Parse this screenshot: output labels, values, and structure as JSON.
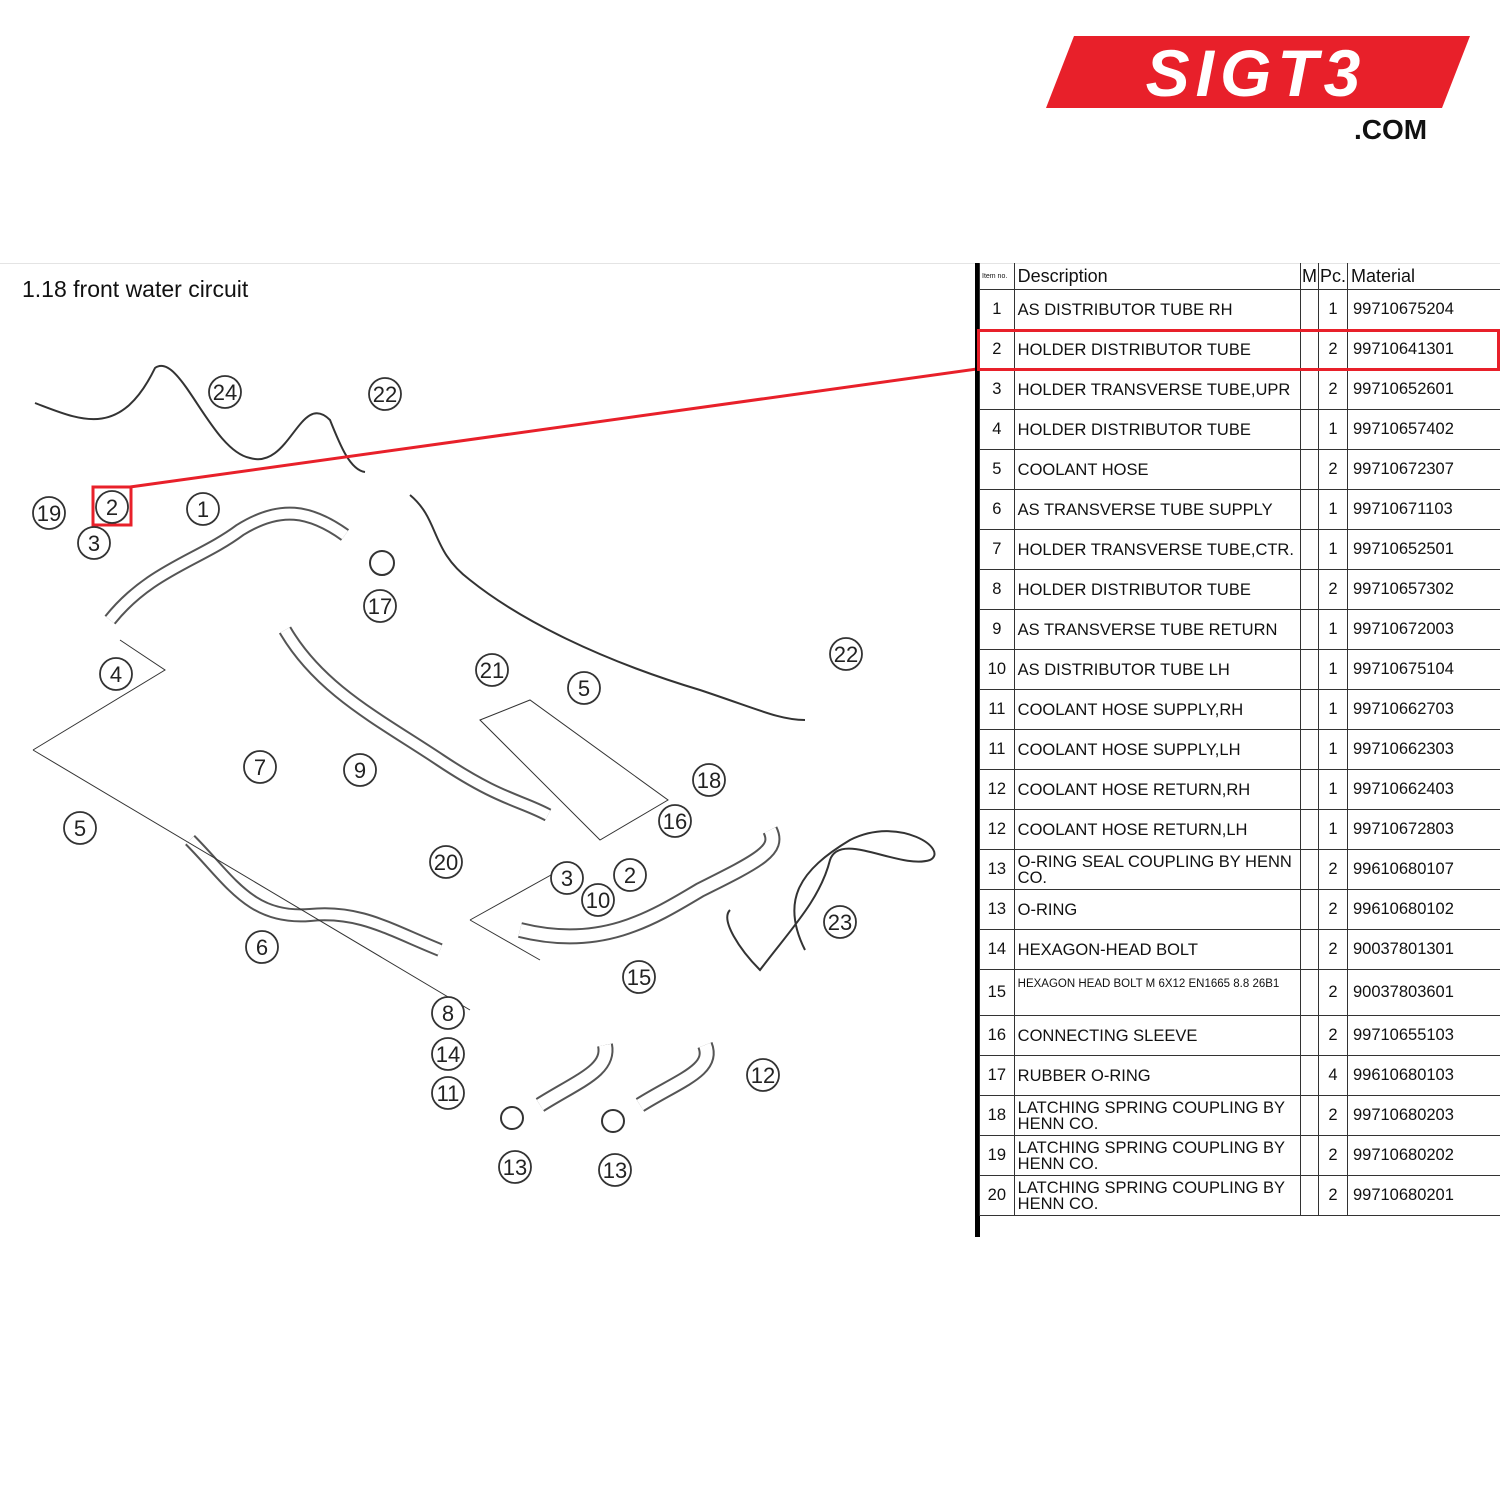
{
  "logo": {
    "text": "SIGT3",
    "suffix": ".COM",
    "color": "#e8202a"
  },
  "title": "1.18  front water circuit",
  "highlight_color": "#e8202a",
  "highlighted_item": "2",
  "table": {
    "headers": {
      "item": "Item no.",
      "description": "Description",
      "m": "M",
      "pc": "Pc.",
      "material": "Material"
    },
    "rows": [
      {
        "item": "1",
        "description": "AS DISTRIBUTOR TUBE RH",
        "pc": "1",
        "material": "99710675204"
      },
      {
        "item": "2",
        "description": "HOLDER DISTRIBUTOR TUBE",
        "pc": "2",
        "material": "99710641301"
      },
      {
        "item": "3",
        "description": "HOLDER TRANSVERSE TUBE,UPR",
        "pc": "2",
        "material": "99710652601"
      },
      {
        "item": "4",
        "description": "HOLDER DISTRIBUTOR TUBE",
        "pc": "1",
        "material": "99710657402"
      },
      {
        "item": "5",
        "description": "COOLANT HOSE",
        "pc": "2",
        "material": "99710672307"
      },
      {
        "item": "6",
        "description": "AS TRANSVERSE TUBE SUPPLY",
        "pc": "1",
        "material": "99710671103"
      },
      {
        "item": "7",
        "description": "HOLDER TRANSVERSE TUBE,CTR.",
        "pc": "1",
        "material": "99710652501"
      },
      {
        "item": "8",
        "description": "HOLDER DISTRIBUTOR TUBE",
        "pc": "2",
        "material": "99710657302"
      },
      {
        "item": "9",
        "description": "AS TRANSVERSE TUBE RETURN",
        "pc": "1",
        "material": "99710672003"
      },
      {
        "item": "10",
        "description": "AS DISTRIBUTOR TUBE LH",
        "pc": "1",
        "material": "99710675104"
      },
      {
        "item": "11",
        "description": "COOLANT HOSE SUPPLY,RH",
        "pc": "1",
        "material": "99710662703"
      },
      {
        "item": "11",
        "description": "COOLANT HOSE SUPPLY,LH",
        "pc": "1",
        "material": "99710662303"
      },
      {
        "item": "12",
        "description": "COOLANT HOSE RETURN,RH",
        "pc": "1",
        "material": "99710662403"
      },
      {
        "item": "12",
        "description": "COOLANT HOSE RETURN,LH",
        "pc": "1",
        "material": "99710672803"
      },
      {
        "item": "13",
        "description": "O-RING SEAL COUPLING BY HENN CO.",
        "pc": "2",
        "material": "99610680107"
      },
      {
        "item": "13",
        "description": "O-RING",
        "pc": "2",
        "material": "99610680102"
      },
      {
        "item": "14",
        "description": "HEXAGON-HEAD BOLT",
        "pc": "2",
        "material": "90037801301"
      },
      {
        "item": "15",
        "description": "HEXAGON HEAD BOLT M 6X12 EN1665 8.8 26B1",
        "pc": "2",
        "material": "90037803601",
        "small": true
      },
      {
        "item": "16",
        "description": "CONNECTING SLEEVE",
        "pc": "2",
        "material": "99710655103"
      },
      {
        "item": "17",
        "description": "RUBBER O-RING",
        "pc": "4",
        "material": "99610680103"
      },
      {
        "item": "18",
        "description": "LATCHING SPRING COUPLING BY HENN CO.",
        "pc": "2",
        "material": "99710680203"
      },
      {
        "item": "19",
        "description": "LATCHING SPRING COUPLING BY HENN CO.",
        "pc": "2",
        "material": "99710680202"
      },
      {
        "item": "20",
        "description": "LATCHING SPRING COUPLING BY HENN CO.",
        "pc": "2",
        "material": "99710680201"
      }
    ]
  },
  "callouts": [
    "24",
    "22",
    "19",
    "2",
    "1",
    "3",
    "17",
    "4",
    "22",
    "21",
    "5",
    "9",
    "7",
    "18",
    "16",
    "5",
    "20",
    "3",
    "2",
    "10",
    "23",
    "6",
    "15",
    "8",
    "14",
    "11",
    "12",
    "13",
    "13"
  ]
}
